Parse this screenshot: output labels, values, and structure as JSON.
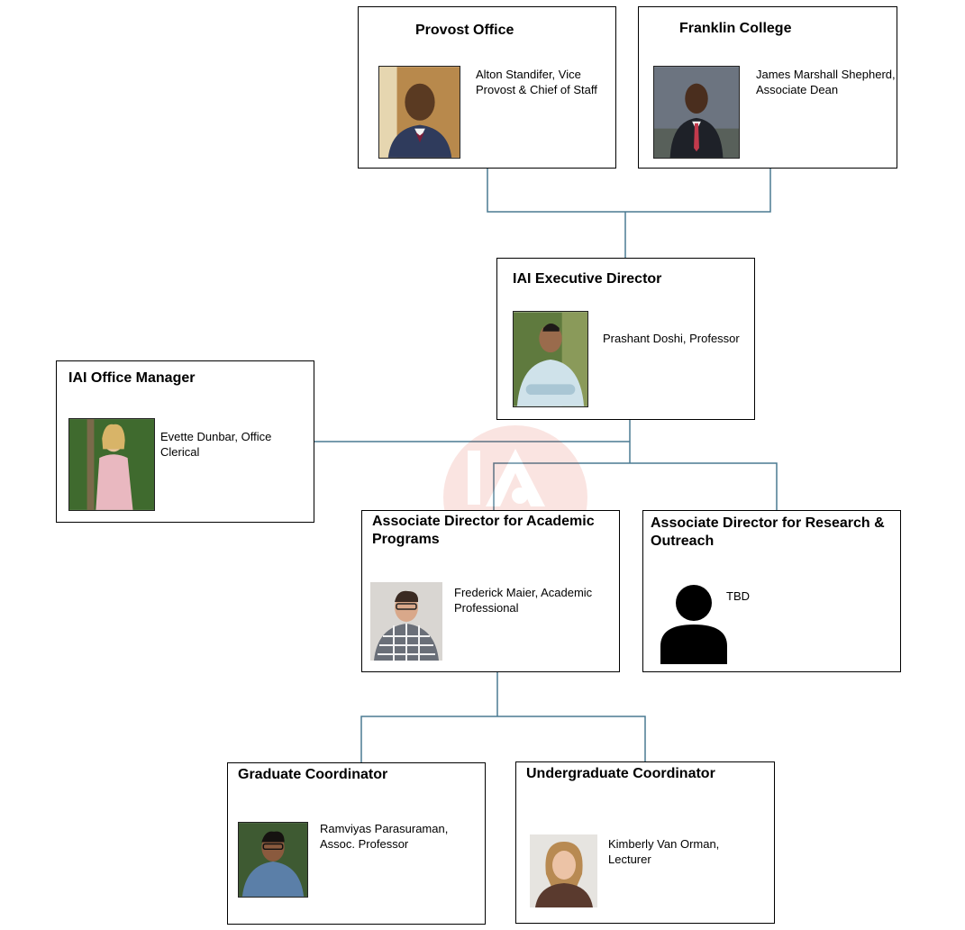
{
  "boxes": {
    "provost": {
      "title": "Provost Office",
      "person": "Alton Standifer, Vice Provost & Chief of Staff"
    },
    "franklin": {
      "title": "Franklin College",
      "person": "James Marshall Shepherd, Associate Dean"
    },
    "exec": {
      "title": "IAI Executive Director",
      "person": "Prashant Doshi, Professor"
    },
    "office": {
      "title": "IAI Office Manager",
      "person": "Evette Dunbar, Office Clerical"
    },
    "academic": {
      "title": "Associate Director for Academic Programs",
      "person": "Frederick Maier, Academic Professional"
    },
    "research": {
      "title": "Associate Director for Research & Outreach",
      "person": "TBD"
    },
    "graduate": {
      "title": "Graduate Coordinator",
      "person": "Ramviyas Parasuraman, Assoc. Professor"
    },
    "undergraduate": {
      "title": "Undergraduate Coordinator",
      "person": "Kimberly Van Orman, Lecturer"
    }
  },
  "colors": {
    "connector": "#4a7a92",
    "border": "#000000",
    "watermark": "#e03a1e"
  },
  "icons": {
    "placeholder": "person-silhouette-icon"
  }
}
